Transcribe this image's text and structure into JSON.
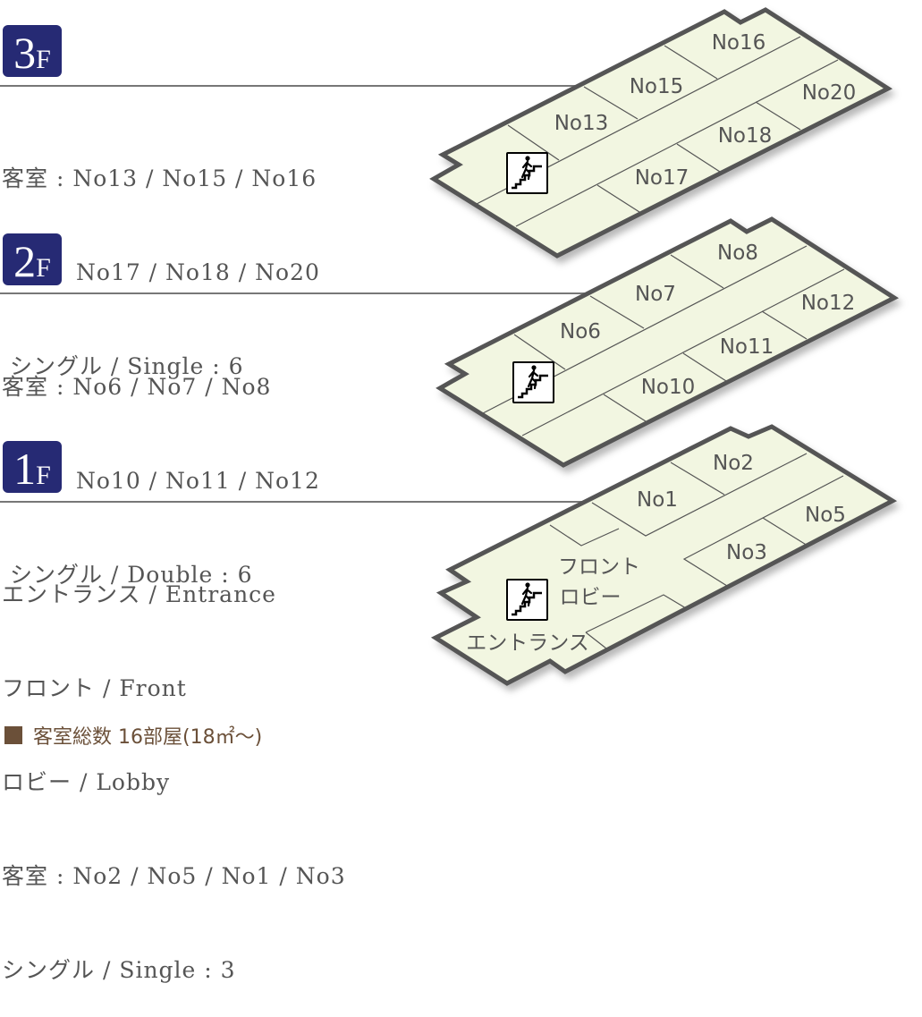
{
  "floors": {
    "f3": {
      "badge_num": "3",
      "badge_f": "F",
      "lines": [
        "客室 : No13 / No15 / No16",
        "No17 / No18 / No20",
        " シングル / Single : 6"
      ],
      "rooms": [
        "No16",
        "No15",
        "No13",
        "No20",
        "No18",
        "No17"
      ]
    },
    "f2": {
      "badge_num": "2",
      "badge_f": "F",
      "lines": [
        "客室 : No6 / No7 / No8",
        "No10 / No11 / No12",
        " シングル / Double : 6"
      ],
      "rooms": [
        "No8",
        "No7",
        "No6",
        "No12",
        "No11",
        "No10"
      ]
    },
    "f1": {
      "badge_num": "1",
      "badge_f": "F",
      "lines": [
        "エントランス / Entrance",
        "フロント / Front",
        "ロビー / Lobby",
        "客室 : No2 / No5 / No1 / No3",
        "シングル / Single : 3"
      ],
      "rooms": [
        "No2",
        "No1",
        "No5",
        "No3"
      ],
      "areas": {
        "front": "フロント",
        "lobby": "ロビー",
        "entrance": "エントランス"
      }
    }
  },
  "summary": "客室総数 16部屋(18㎡～)",
  "colors": {
    "badge": "#262a74",
    "floor_fill": "#f2f6e1",
    "outline": "#555555",
    "summary": "#6b5039"
  },
  "icons": {
    "stairs": "stairs-icon"
  }
}
